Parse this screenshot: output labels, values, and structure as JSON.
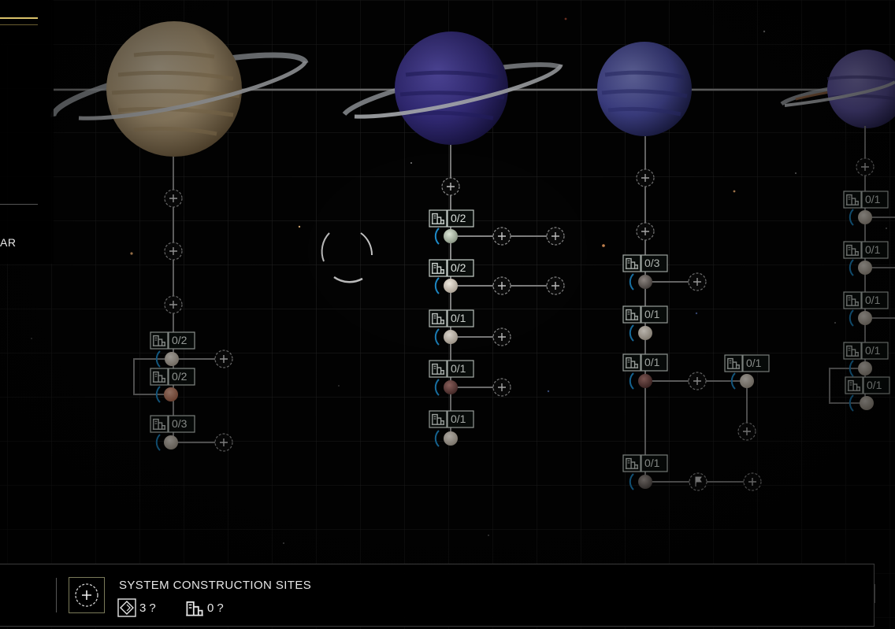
{
  "sidebar": {
    "text": "AR"
  },
  "footer": {
    "title": "SYSTEM CONSTRUCTION SITES",
    "space_sites": {
      "value": "3",
      "status": "?"
    },
    "ground_sites": {
      "value": "0",
      "status": "?"
    }
  },
  "planets": [
    {
      "name": "gas-giant-tan",
      "color": "#d9c39d",
      "ringed": true
    },
    {
      "name": "gas-giant-purple-ringed",
      "color": "#4a3fa0",
      "ringed": true
    },
    {
      "name": "gas-giant-blue",
      "color": "#5a5cb8",
      "ringed": false
    },
    {
      "name": "gas-giant-violet-ringed",
      "color": "#7d72c8",
      "ringed": true
    }
  ],
  "sites": [
    "0/2",
    "0/2",
    "0/3",
    "0/2",
    "0/2",
    "0/1",
    "0/1",
    "0/1",
    "0/3",
    "0/1",
    "0/1",
    "0/1",
    "0/1",
    "0/1",
    "0/1",
    "0/1",
    "0/1",
    "0/1"
  ],
  "colors": {
    "accent": "#d9c16a",
    "orbit_line": "#9a9a9a",
    "label_border": "#cfd8d2",
    "moon_arc": "#1e8fd0"
  },
  "icons": [
    "add-icon",
    "construction-icon",
    "flag-icon",
    "target-reticle-icon",
    "space-station-icon"
  ]
}
